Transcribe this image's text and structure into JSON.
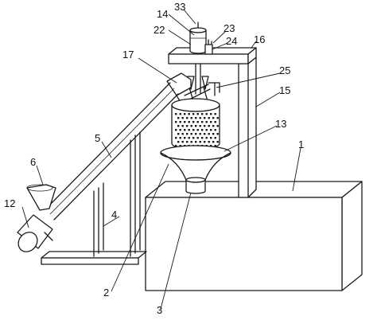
{
  "labels": {
    "n1": "1",
    "n2": "2",
    "n3": "3",
    "n4": "4",
    "n5": "5",
    "n6": "6",
    "n12": "12",
    "n13": "13",
    "n14": "14",
    "n15": "15",
    "n16": "16",
    "n17": "17",
    "n22": "22",
    "n23": "23",
    "n24": "24",
    "n25": "25",
    "n33": "33"
  }
}
